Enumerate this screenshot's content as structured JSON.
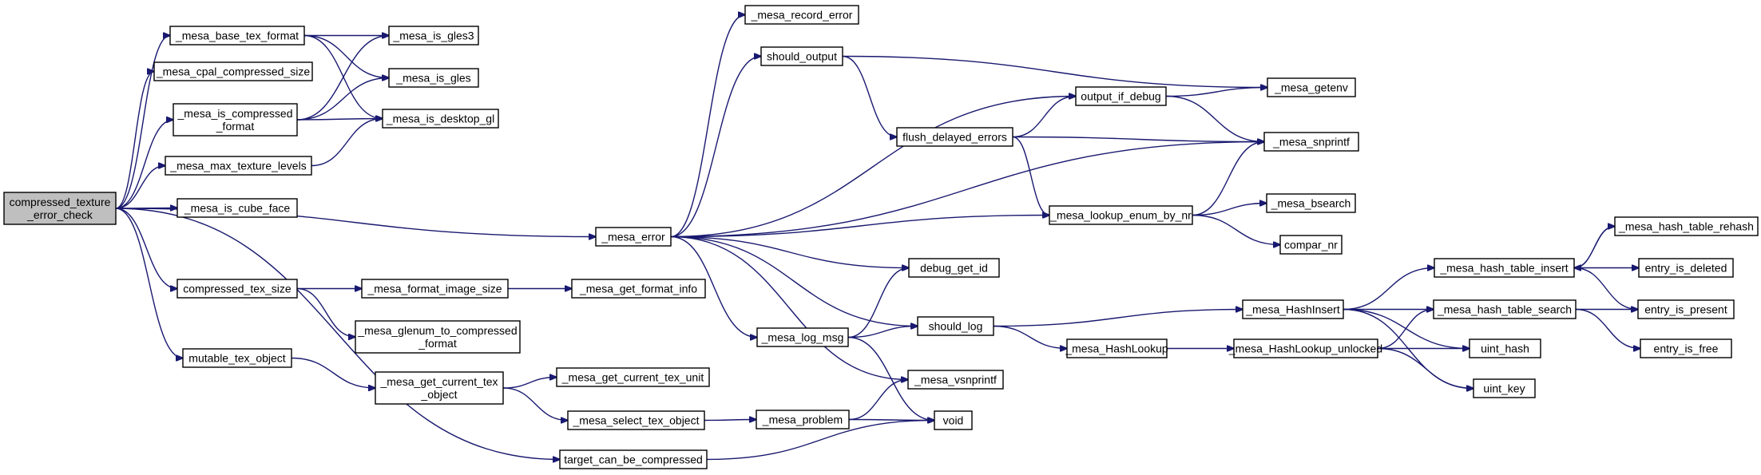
{
  "colors": {
    "edge": "#191970",
    "root_fill": "#bfbfbf",
    "node_fill": "#ffffff",
    "node_stroke": "#000000"
  },
  "nodes": [
    {
      "id": "root",
      "lines": [
        "compressed_texture",
        "_error_check"
      ],
      "root": true
    },
    {
      "id": "base_tex_format",
      "lines": [
        "_mesa_base_tex_format"
      ]
    },
    {
      "id": "cpal_size",
      "lines": [
        "_mesa_cpal_compressed_size"
      ]
    },
    {
      "id": "is_compressed_format",
      "lines": [
        "_mesa_is_compressed",
        "_format"
      ]
    },
    {
      "id": "max_texture_levels",
      "lines": [
        "_mesa_max_texture_levels"
      ]
    },
    {
      "id": "is_cube_face",
      "lines": [
        "_mesa_is_cube_face"
      ]
    },
    {
      "id": "compressed_tex_size",
      "lines": [
        "compressed_tex_size"
      ]
    },
    {
      "id": "mutable_tex_object",
      "lines": [
        "mutable_tex_object"
      ]
    },
    {
      "id": "target_can_be_compressed",
      "lines": [
        "target_can_be_compressed"
      ]
    },
    {
      "id": "is_gles3",
      "lines": [
        "_mesa_is_gles3"
      ]
    },
    {
      "id": "is_gles",
      "lines": [
        "_mesa_is_gles"
      ]
    },
    {
      "id": "is_desktop_gl",
      "lines": [
        "_mesa_is_desktop_gl"
      ]
    },
    {
      "id": "format_image_size",
      "lines": [
        "_mesa_format_image_size"
      ]
    },
    {
      "id": "glenum_to_compressed",
      "lines": [
        "_mesa_glenum_to_compressed",
        "_format"
      ]
    },
    {
      "id": "get_current_tex_object",
      "lines": [
        "_mesa_get_current_tex",
        "_object"
      ]
    },
    {
      "id": "get_format_info",
      "lines": [
        "_mesa_get_format_info"
      ]
    },
    {
      "id": "get_current_tex_unit",
      "lines": [
        "_mesa_get_current_tex_unit"
      ]
    },
    {
      "id": "select_tex_object",
      "lines": [
        "_mesa_select_tex_object"
      ]
    },
    {
      "id": "mesa_error",
      "lines": [
        "_mesa_error"
      ]
    },
    {
      "id": "record_error",
      "lines": [
        "_mesa_record_error"
      ]
    },
    {
      "id": "should_output",
      "lines": [
        "should_output"
      ]
    },
    {
      "id": "flush_delayed_errors",
      "lines": [
        "flush_delayed_errors"
      ]
    },
    {
      "id": "output_if_debug",
      "lines": [
        "output_if_debug"
      ]
    },
    {
      "id": "lookup_enum_by_nr",
      "lines": [
        "_mesa_lookup_enum_by_nr"
      ]
    },
    {
      "id": "debug_get_id",
      "lines": [
        "debug_get_id"
      ]
    },
    {
      "id": "log_msg",
      "lines": [
        "_mesa_log_msg"
      ]
    },
    {
      "id": "should_log",
      "lines": [
        "should_log"
      ]
    },
    {
      "id": "vsnprintf",
      "lines": [
        "_mesa_vsnprintf"
      ]
    },
    {
      "id": "mesa_problem",
      "lines": [
        "_mesa_problem"
      ]
    },
    {
      "id": "void",
      "lines": [
        "void"
      ]
    },
    {
      "id": "getenv",
      "lines": [
        "_mesa_getenv"
      ]
    },
    {
      "id": "snprintf",
      "lines": [
        "_mesa_snprintf"
      ]
    },
    {
      "id": "bsearch",
      "lines": [
        "_mesa_bsearch"
      ]
    },
    {
      "id": "compar_nr",
      "lines": [
        "compar_nr"
      ]
    },
    {
      "id": "hash_insert",
      "lines": [
        "_mesa_HashInsert"
      ]
    },
    {
      "id": "hash_lookup",
      "lines": [
        "_mesa_HashLookup"
      ]
    },
    {
      "id": "hash_lookup_unlocked",
      "lines": [
        "_mesa_HashLookup_unlocked"
      ]
    },
    {
      "id": "hash_table_insert",
      "lines": [
        "_mesa_hash_table_insert"
      ]
    },
    {
      "id": "hash_table_search",
      "lines": [
        "_mesa_hash_table_search"
      ]
    },
    {
      "id": "uint_hash",
      "lines": [
        "uint_hash"
      ]
    },
    {
      "id": "uint_key",
      "lines": [
        "uint_key"
      ]
    },
    {
      "id": "hash_table_rehash",
      "lines": [
        "_mesa_hash_table_rehash"
      ]
    },
    {
      "id": "entry_is_deleted",
      "lines": [
        "entry_is_deleted"
      ]
    },
    {
      "id": "entry_is_present",
      "lines": [
        "entry_is_present"
      ]
    },
    {
      "id": "entry_is_free",
      "lines": [
        "entry_is_free"
      ]
    }
  ],
  "edges": [
    [
      "root",
      "base_tex_format"
    ],
    [
      "root",
      "cpal_size"
    ],
    [
      "root",
      "is_compressed_format"
    ],
    [
      "root",
      "max_texture_levels"
    ],
    [
      "root",
      "is_cube_face"
    ],
    [
      "root",
      "mesa_error"
    ],
    [
      "root",
      "compressed_tex_size"
    ],
    [
      "root",
      "mutable_tex_object"
    ],
    [
      "root",
      "target_can_be_compressed"
    ],
    [
      "base_tex_format",
      "is_gles3"
    ],
    [
      "base_tex_format",
      "is_gles"
    ],
    [
      "base_tex_format",
      "is_desktop_gl"
    ],
    [
      "is_compressed_format",
      "is_gles3"
    ],
    [
      "is_compressed_format",
      "is_gles"
    ],
    [
      "is_compressed_format",
      "is_desktop_gl"
    ],
    [
      "max_texture_levels",
      "is_desktop_gl"
    ],
    [
      "compressed_tex_size",
      "format_image_size"
    ],
    [
      "compressed_tex_size",
      "glenum_to_compressed"
    ],
    [
      "format_image_size",
      "get_format_info"
    ],
    [
      "mutable_tex_object",
      "get_current_tex_object"
    ],
    [
      "get_current_tex_object",
      "get_current_tex_unit"
    ],
    [
      "get_current_tex_object",
      "select_tex_object"
    ],
    [
      "select_tex_object",
      "mesa_problem"
    ],
    [
      "target_can_be_compressed",
      "void"
    ],
    [
      "mesa_error",
      "record_error"
    ],
    [
      "mesa_error",
      "should_output"
    ],
    [
      "mesa_error",
      "output_if_debug"
    ],
    [
      "mesa_error",
      "snprintf"
    ],
    [
      "mesa_error",
      "lookup_enum_by_nr"
    ],
    [
      "mesa_error",
      "debug_get_id"
    ],
    [
      "mesa_error",
      "should_log"
    ],
    [
      "mesa_error",
      "log_msg"
    ],
    [
      "mesa_error",
      "vsnprintf"
    ],
    [
      "should_output",
      "getenv"
    ],
    [
      "should_output",
      "flush_delayed_errors"
    ],
    [
      "flush_delayed_errors",
      "output_if_debug"
    ],
    [
      "flush_delayed_errors",
      "snprintf"
    ],
    [
      "flush_delayed_errors",
      "lookup_enum_by_nr"
    ],
    [
      "output_if_debug",
      "getenv"
    ],
    [
      "output_if_debug",
      "snprintf"
    ],
    [
      "lookup_enum_by_nr",
      "snprintf"
    ],
    [
      "lookup_enum_by_nr",
      "bsearch"
    ],
    [
      "lookup_enum_by_nr",
      "compar_nr"
    ],
    [
      "log_msg",
      "debug_get_id"
    ],
    [
      "log_msg",
      "should_log"
    ],
    [
      "log_msg",
      "void"
    ],
    [
      "mesa_problem",
      "vsnprintf"
    ],
    [
      "mesa_problem",
      "void"
    ],
    [
      "should_log",
      "hash_insert"
    ],
    [
      "should_log",
      "hash_lookup"
    ],
    [
      "hash_lookup",
      "hash_lookup_unlocked"
    ],
    [
      "hash_insert",
      "hash_table_insert"
    ],
    [
      "hash_insert",
      "hash_table_search"
    ],
    [
      "hash_insert",
      "uint_hash"
    ],
    [
      "hash_insert",
      "uint_key"
    ],
    [
      "hash_lookup_unlocked",
      "hash_table_search"
    ],
    [
      "hash_lookup_unlocked",
      "uint_hash"
    ],
    [
      "hash_lookup_unlocked",
      "uint_key"
    ],
    [
      "hash_table_insert",
      "hash_table_rehash"
    ],
    [
      "hash_table_insert",
      "entry_is_deleted"
    ],
    [
      "hash_table_insert",
      "entry_is_present"
    ],
    [
      "hash_table_rehash",
      "hash_table_insert"
    ],
    [
      "hash_table_search",
      "entry_is_present"
    ],
    [
      "hash_table_search",
      "entry_is_free"
    ]
  ]
}
